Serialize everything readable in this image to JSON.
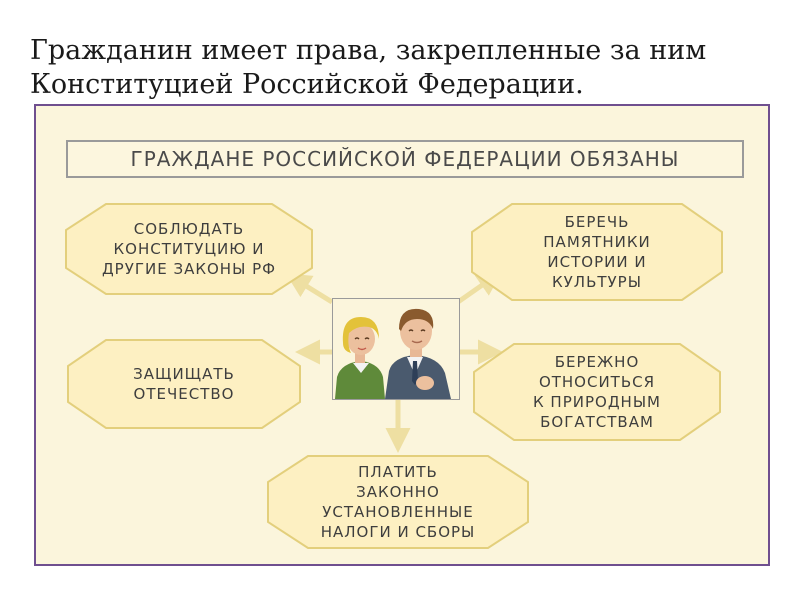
{
  "heading": "Гражданин имеет права, закрепленные за ним Конституцией Российской Федерации.",
  "diagram": {
    "title": "ГРАЖДАНЕ РОССИЙСКОЙ ФЕДЕРАЦИИ ОБЯЗАНЫ",
    "duties": {
      "obey_law": "СОБЛЮДАТЬ\nКОНСТИТУЦИЮ И\nДРУГИЕ ЗАКОНЫ РФ",
      "protect_monuments": "БЕРЕЧЬ\nПАМЯТНИКИ\nИСТОРИИ И\nКУЛЬТУРЫ",
      "defend_homeland": "ЗАЩИЩАТЬ\nОТЕЧЕСТВО",
      "protect_nature": "БЕРЕЖНО\nОТНОСИТЬСЯ\nК ПРИРОДНЫМ\nБОГАТСТВАМ",
      "pay_taxes": "ПЛАТИТЬ\nЗАКОННО\nУСТАНОВЛЕННЫЕ\nНАЛОГИ И СБОРЫ"
    },
    "colors": {
      "panel_border": "#6f4f8f",
      "node_fill": "#fdf0c2",
      "node_border": "#e3cf7c",
      "arrow": "#eedfa2"
    }
  }
}
